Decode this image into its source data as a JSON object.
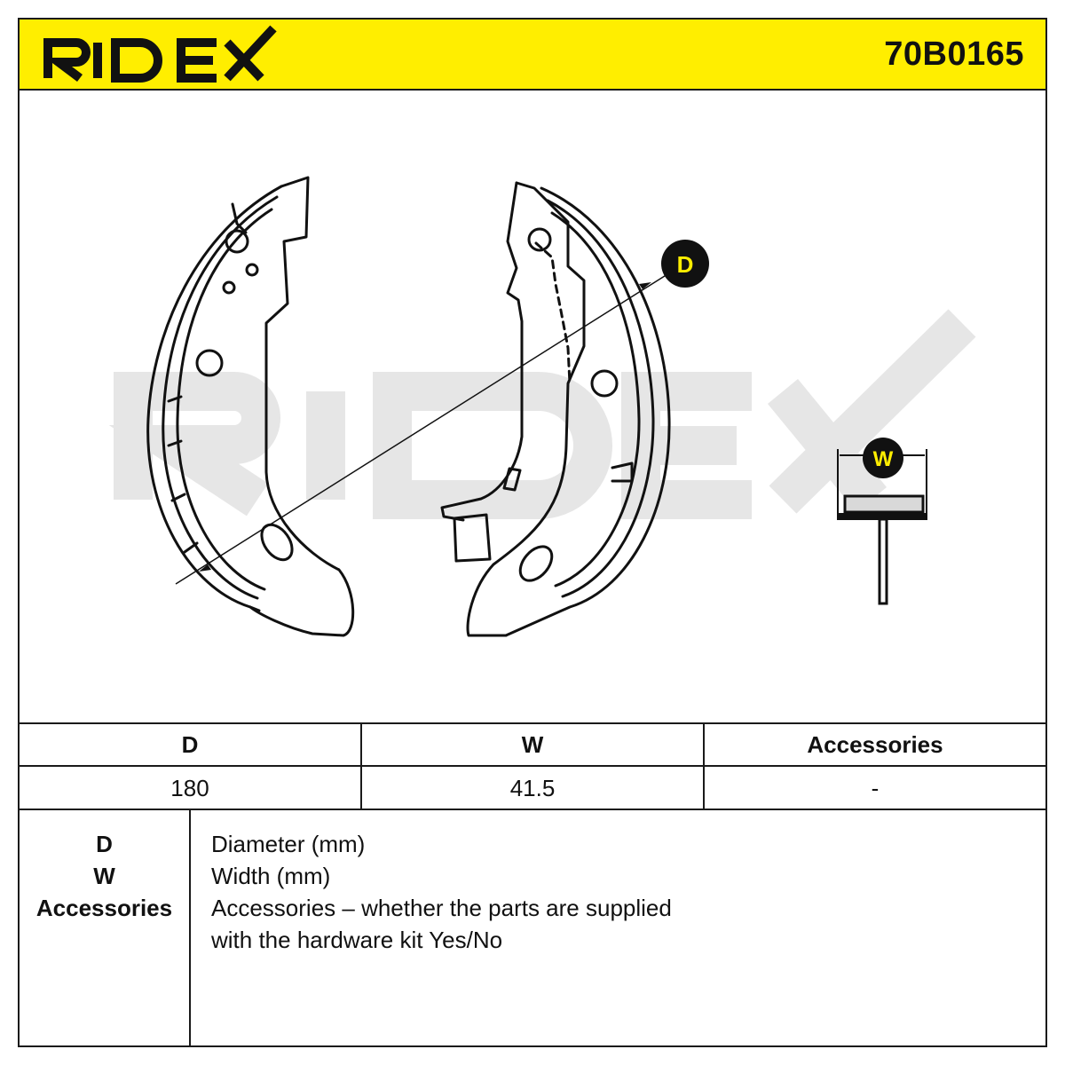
{
  "header": {
    "brand": "RIDEX",
    "part_number": "70B0165",
    "accent_color": "#ffee00"
  },
  "drawing": {
    "watermark": "RIDEX",
    "label_d": "D",
    "label_w": "W"
  },
  "spec_table": {
    "columns": [
      "D",
      "W",
      "Accessories"
    ],
    "values": [
      "180",
      "41.5",
      "-"
    ]
  },
  "legend": {
    "keys": [
      "D",
      "W",
      "Accessories"
    ],
    "lines": [
      "Diameter (mm)",
      "Width (mm)",
      "Accessories – whether the parts are supplied",
      "with the hardware kit Yes/No"
    ]
  }
}
